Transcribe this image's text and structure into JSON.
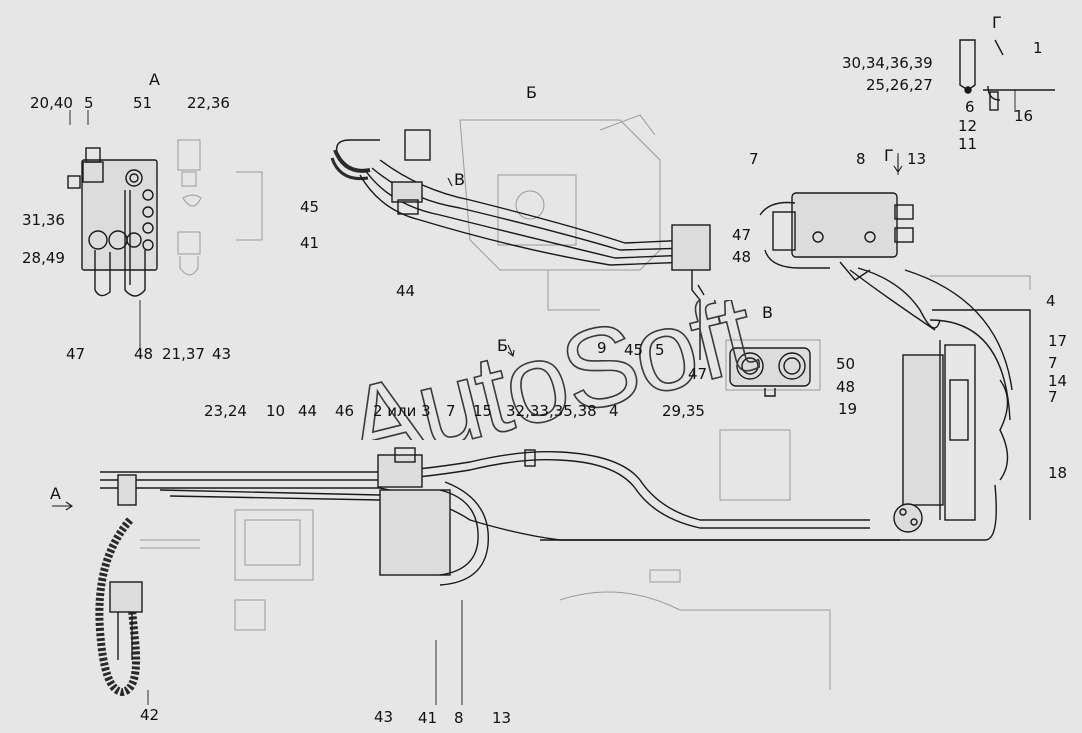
{
  "colors": {
    "background": "#e6e6e6",
    "line": "#1a1a1a",
    "faint": "#9a9a9a",
    "watermark": "#3a3a3a"
  },
  "watermark": "AutoSoft",
  "views": {
    "a": "А",
    "b": "Б",
    "v": "В",
    "g": "Г",
    "arrow_a": "А",
    "arrow_b": "Б",
    "arrow_v": "В",
    "arrow_g": "Г"
  },
  "callouts": {
    "c_20_40": "20,40",
    "c_5a": "5",
    "c_51": "51",
    "c_22_36": "22,36",
    "c_31_36": "31,36",
    "c_28_49": "28,49",
    "c_47a": "47",
    "c_48a": "48",
    "c_21_37": "21,37",
    "c_43a": "43",
    "c_45a": "45",
    "c_41a": "41",
    "c_44a": "44",
    "c_7a": "7",
    "c_8a": "8",
    "c_13a": "13",
    "c_47b": "47",
    "c_48b": "48",
    "c_30_34": "30,34,36,39",
    "c_25_26": "25,26,27",
    "c_1": "1",
    "c_6": "6",
    "c_12": "12",
    "c_11": "11",
    "c_16": "16",
    "c_4a": "4",
    "c_17": "17",
    "c_7b": "7",
    "c_14": "14",
    "c_7c": "7",
    "c_18": "18",
    "c_9": "9",
    "c_45b": "45",
    "c_5b": "5",
    "c_47c": "47",
    "c_50": "50",
    "c_48c": "48",
    "c_19": "19",
    "c_23_24": "23,24",
    "c_10": "10",
    "c_44b": "44",
    "c_46": "46",
    "c_2_3": "2 или 3",
    "c_7d": "7",
    "c_15": "15",
    "c_32_38": "32,33,35,38",
    "c_4b": "4",
    "c_29_35": "29,35",
    "c_42": "42",
    "c_43b": "43",
    "c_41b": "41",
    "c_8b": "8",
    "c_13b": "13"
  }
}
